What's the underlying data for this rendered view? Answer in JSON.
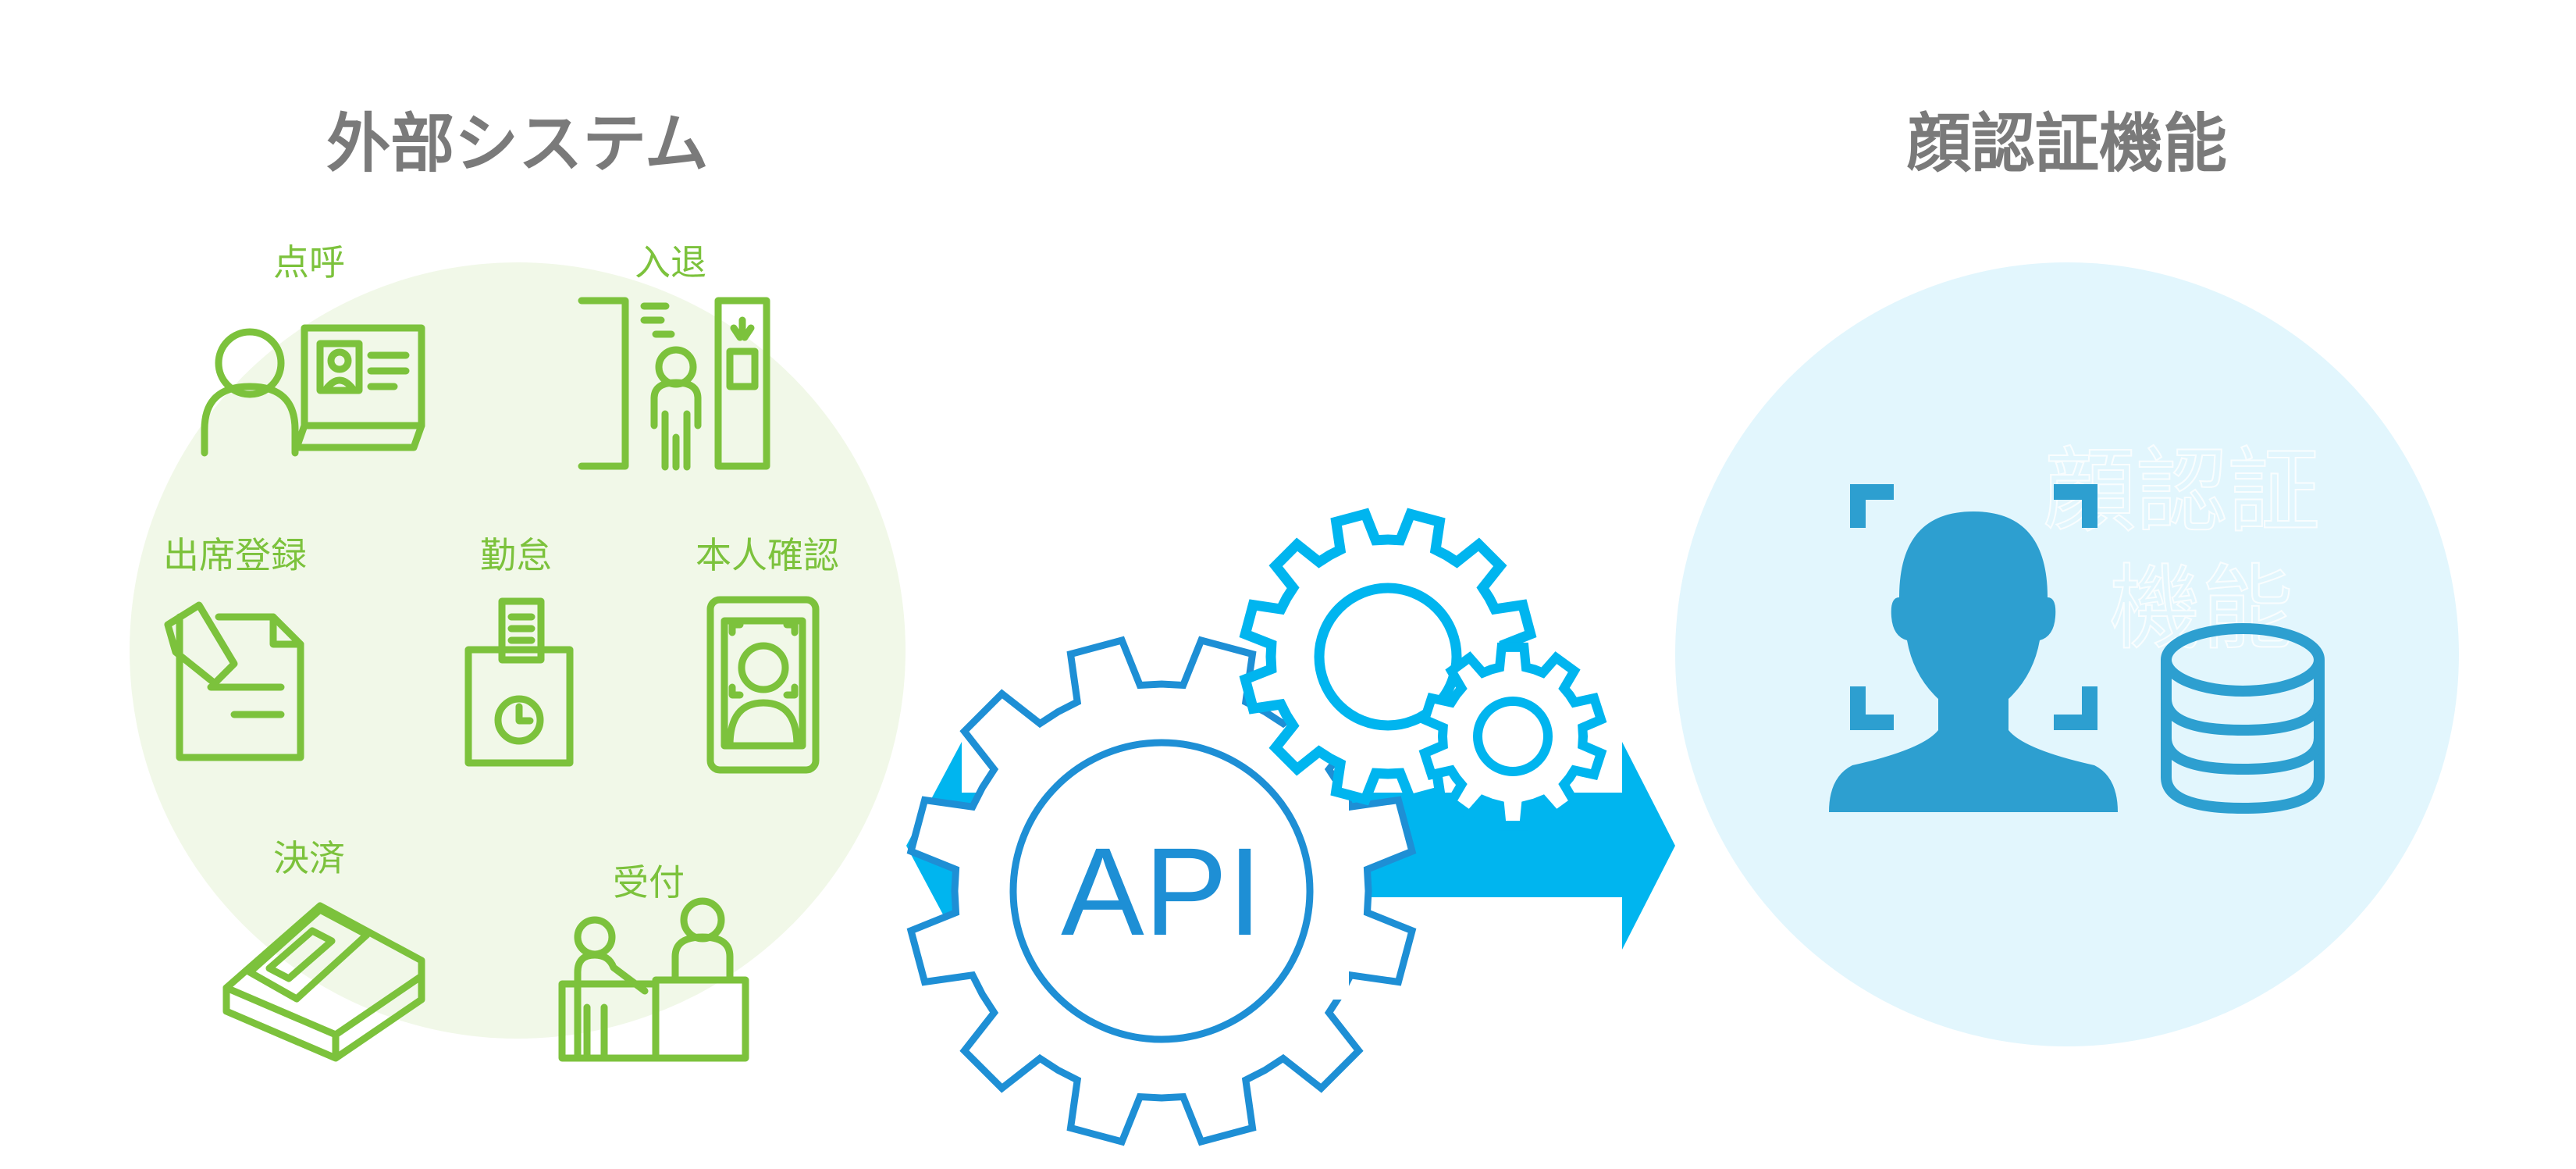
{
  "left": {
    "title": "外部システム",
    "items": [
      {
        "label": "点呼",
        "icon": "roll-call-icon"
      },
      {
        "label": "入退",
        "icon": "entry-exit-gate-icon"
      },
      {
        "label": "出席登録",
        "icon": "attendance-document-icon"
      },
      {
        "label": "勤怠",
        "icon": "time-card-icon"
      },
      {
        "label": "本人確認",
        "icon": "identity-verification-icon"
      },
      {
        "label": "決済",
        "icon": "payment-terminal-icon"
      },
      {
        "label": "受付",
        "icon": "reception-desk-icon"
      }
    ]
  },
  "center": {
    "api_label": "API",
    "arrow": "bidirectional-arrow",
    "icons": [
      "api-gear-icon",
      "gears-icon"
    ]
  },
  "right": {
    "title": "顔認証機能",
    "watermark_line1": "顔認証",
    "watermark_line2": "機能",
    "icons": [
      "face-scan-icon",
      "database-icon"
    ]
  },
  "colors": {
    "green": "#7cc23c",
    "green_bg": "#f1f8e8",
    "blue": "#2d9fd0",
    "blue_bg": "#e2f6fd",
    "arrow": "#00b5ef",
    "title": "#7a7a7a"
  }
}
